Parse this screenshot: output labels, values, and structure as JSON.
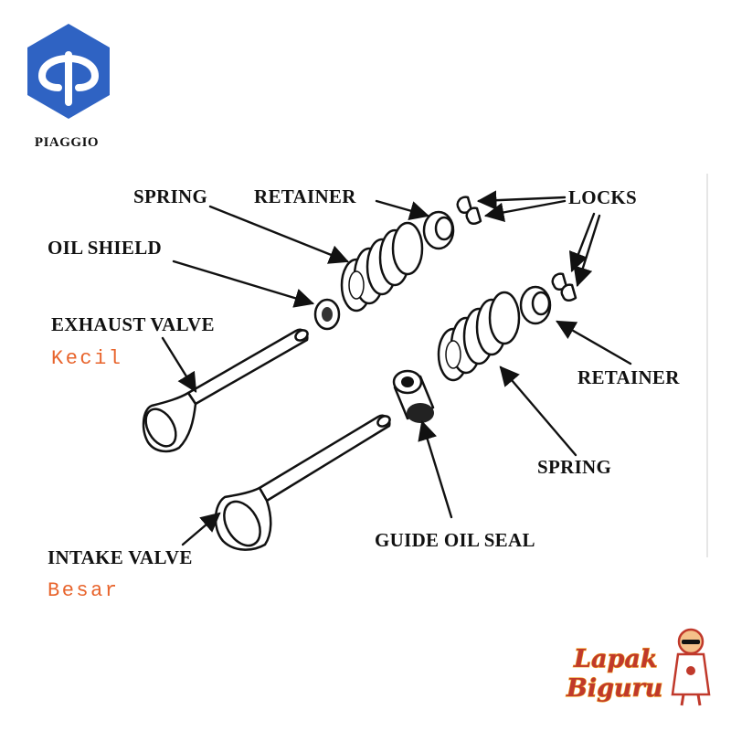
{
  "brand": {
    "logo_text": "PIAGGIO",
    "logo_color": "#2f63c3"
  },
  "labels": {
    "spring_top": "SPRING",
    "retainer_top": "RETAINER",
    "locks": "LOCKS",
    "oil_shield": "OIL SHIELD",
    "exhaust_valve": "EXHAUST VALVE",
    "exhaust_note": "Kecil",
    "retainer_right": "RETAINER",
    "spring_right": "SPRING",
    "guide_oil_seal": "GUIDE OIL SEAL",
    "intake_valve": "INTAKE VALVE",
    "intake_note": "Besar"
  },
  "colors": {
    "note": "#e8642c",
    "ink": "#111111",
    "watermark_fill": "#c0392b",
    "watermark_outline": "#f0a020"
  },
  "watermark": {
    "line1": "Lapak",
    "line2": "Biguru",
    "mascot": "mascot-figure-icon"
  }
}
